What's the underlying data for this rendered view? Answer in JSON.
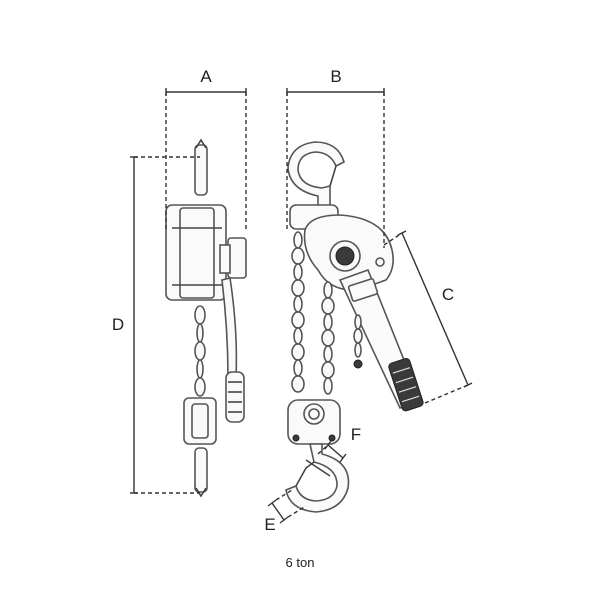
{
  "diagram": {
    "dimension_labels": {
      "a": "A",
      "b": "B",
      "c": "C",
      "d": "D",
      "e": "E",
      "f": "F"
    },
    "caption": "6 ton"
  }
}
